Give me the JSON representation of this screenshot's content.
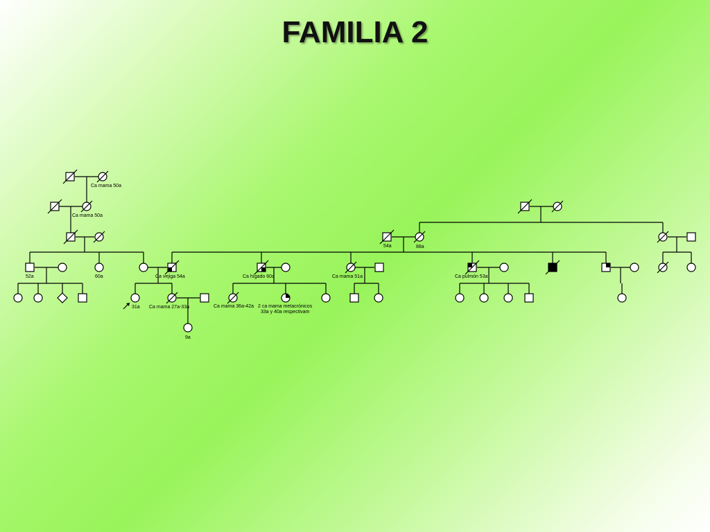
{
  "title": "FAMILIA  2",
  "annotations": {
    "ca_mama_50a_gen1": "Ca mama 50a",
    "ca_mama_50a_gen2": "Ca mama 50a",
    "age_52a": "52a",
    "age_60a": "60a",
    "ca_vejiga": "Ca vejiga 54a",
    "ca_higado": "Ca hígado 60a",
    "ca_mama_51a": "Ca mama 51a",
    "ca_pulmon": "Ca pulmón 53a",
    "age_54a": "54a",
    "age_88a": "88a",
    "age_31a": "31a",
    "ca_mama_27_33": "Ca mama 27a-33a",
    "ca_mama_36_42": "Ca mama 36a-42a",
    "metacronicos_line1": "2 ca mama metacrónicos",
    "metacronicos_line2": "33a y 40a respectivam",
    "age_9a": "9a"
  }
}
